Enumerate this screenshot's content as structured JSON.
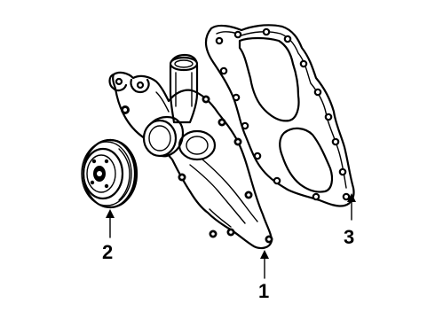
{
  "diagram": {
    "callouts": [
      {
        "number": "1",
        "part": "water-pump"
      },
      {
        "number": "2",
        "part": "pulley"
      },
      {
        "number": "3",
        "part": "gasket"
      }
    ]
  }
}
